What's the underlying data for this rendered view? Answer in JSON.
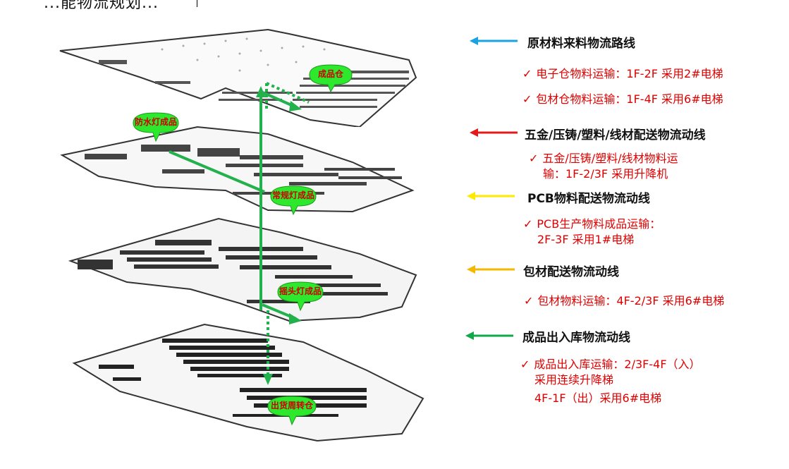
{
  "header": {
    "fragment": "...能物流规划..."
  },
  "pins": {
    "finished_goods_warehouse": "成品仓",
    "waterproof_lamp_finished": "防水灯成品",
    "regular_lamp_finished": "常规灯成品",
    "shaking_lamp_finished": "摇头灯成品",
    "shipping_transit_warehouse": "出货周转仓"
  },
  "legend": [
    {
      "color": "#1aa3e0",
      "title": "原材料来料物流路线",
      "notes": [
        {
          "lines": [
            "电子仓物料运输：1F-2F 采用2#电梯"
          ]
        },
        {
          "lines": [
            "包材仓物料运输：1F-4F 采用6#电梯"
          ]
        }
      ]
    },
    {
      "color": "#e31a1a",
      "title": "五金/压铸/塑料/线材配送物流动线",
      "notes": [
        {
          "lines": [
            "五金/压铸/塑料/线材物料运",
            "输：1F-2/3F 采用升降机"
          ]
        }
      ]
    },
    {
      "color": "#ffea00",
      "title": "PCB物料配送物流动线",
      "notes": [
        {
          "lines": [
            "PCB生产物料成品运输：",
            "2F-3F 采用1#电梯"
          ]
        }
      ]
    },
    {
      "color": "#f5b800",
      "title": "包材配送物流动线",
      "notes": [
        {
          "lines": [
            "包材物料运输：4F-2/3F 采用6#电梯"
          ]
        }
      ]
    },
    {
      "color": "#12a84a",
      "title": "成品出入库物流动线",
      "notes": [
        {
          "lines": [
            "成品出入库运输：2/3F-4F（入）",
            "采用连续升降梯",
            "4F-1F（出）采用6#电梯"
          ]
        }
      ]
    }
  ],
  "colors": {
    "route_green": "#22b14c",
    "pin_green": "#2ee82e",
    "pin_text": "#cc0000"
  }
}
